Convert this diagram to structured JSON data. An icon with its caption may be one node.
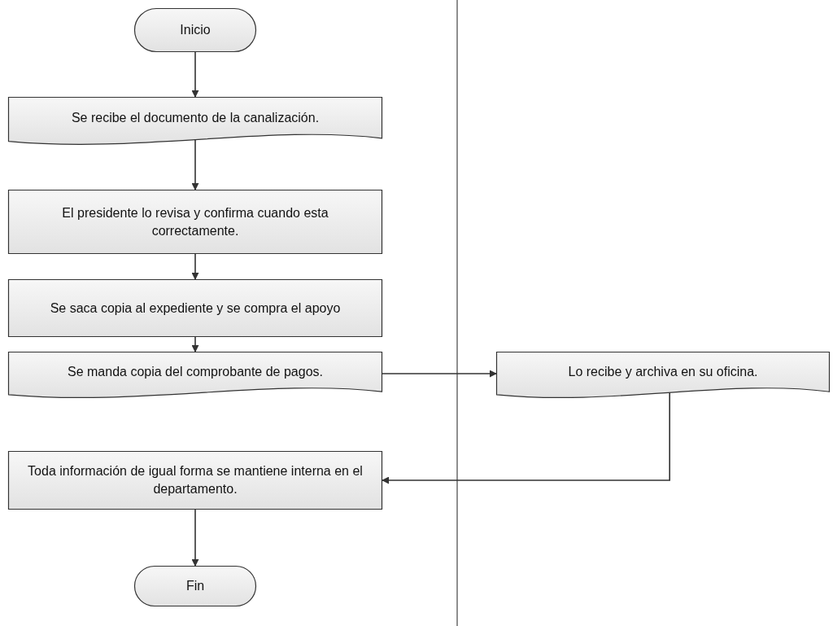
{
  "diagram": {
    "nodes": [
      {
        "text": [
          "Inicio"
        ]
      },
      {
        "text": [
          "Se recibe el documento de la canalización."
        ]
      },
      {
        "text": [
          "El presidente lo revisa y confirma cuando esta correctamente."
        ]
      },
      {
        "text": [
          "Se saca copia al expediente y se compra el apoyo"
        ]
      },
      {
        "text": [
          "Se manda copia del comprobante de pagos."
        ]
      },
      {
        "text": [
          "Lo recibe y archiva en su oficina."
        ]
      },
      {
        "text": [
          "Toda información de igual forma se mantiene interna en el departamento."
        ]
      },
      {
        "text": [
          "Fin"
        ]
      }
    ],
    "edges": [
      {
        "from": 0,
        "to": 1,
        "arrow": "to"
      },
      {
        "from": 1,
        "to": 2,
        "arrow": "to"
      },
      {
        "from": 2,
        "to": 3,
        "arrow": "to"
      },
      {
        "from": 3,
        "to": 4,
        "arrow": "to"
      },
      {
        "from": 4,
        "to": 5,
        "arrow": "to"
      },
      {
        "from": 5,
        "to": 6,
        "arrow": "to"
      },
      {
        "from": 6,
        "to": 7,
        "arrow": "to"
      }
    ]
  }
}
